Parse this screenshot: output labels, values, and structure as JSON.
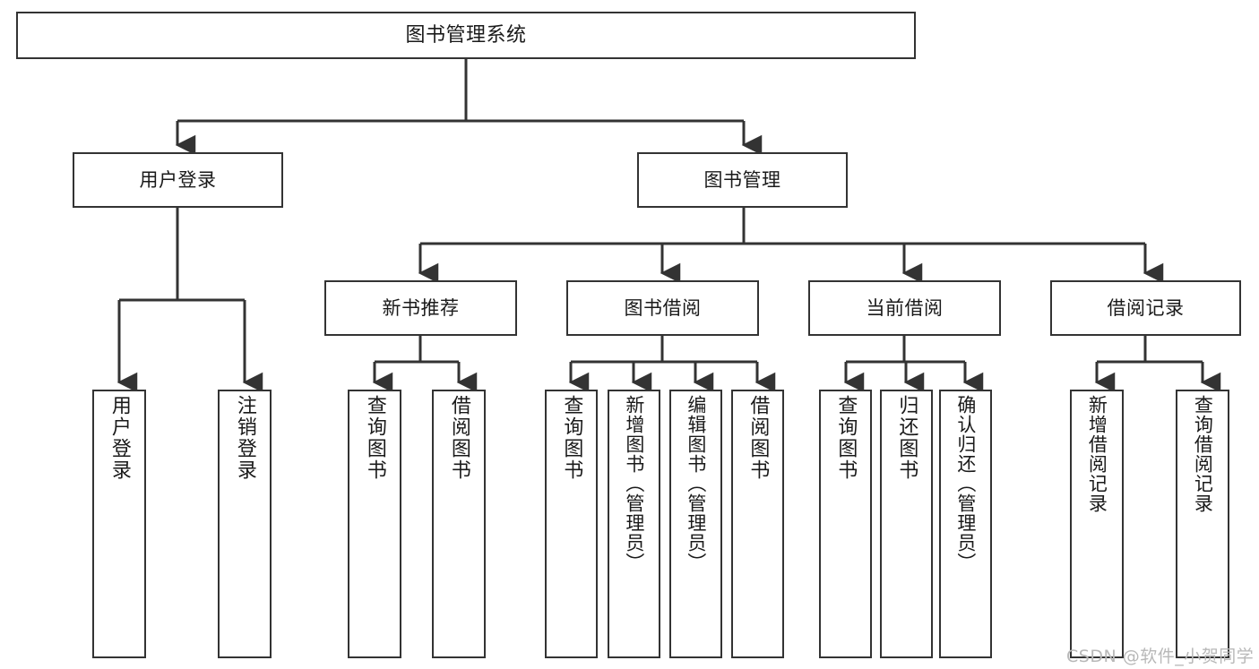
{
  "diagram": {
    "title": "图书管理系统",
    "type": "tree-hierarchy",
    "line_color": "#333333",
    "box_fill": "#ffffff",
    "text_color": "#1a1a1a"
  },
  "nodes": {
    "root": {
      "label": "图书管理系统"
    },
    "level2": [
      {
        "id": "user-login",
        "label": "用户登录"
      },
      {
        "id": "book-manage",
        "label": "图书管理"
      }
    ],
    "level3": [
      {
        "id": "new-book-rec",
        "label": "新书推荐"
      },
      {
        "id": "book-borrow",
        "label": "图书借阅"
      },
      {
        "id": "current-borrow",
        "label": "当前借阅"
      },
      {
        "id": "borrow-record",
        "label": "借阅记录"
      }
    ],
    "leaves": {
      "user_login": [
        {
          "id": "leaf-user-login",
          "label": "用户登录"
        },
        {
          "id": "leaf-logout-login",
          "label": "注销登录"
        }
      ],
      "new_book_rec": [
        {
          "id": "leaf-query-book-1",
          "label": "查询图书"
        },
        {
          "id": "leaf-borrow-book-1",
          "label": "借阅图书"
        }
      ],
      "book_borrow": [
        {
          "id": "leaf-query-book-2",
          "label": "查询图书"
        },
        {
          "id": "leaf-add-book",
          "label": "新增图书（管理员）"
        },
        {
          "id": "leaf-edit-book",
          "label": "编辑图书（管理员）"
        },
        {
          "id": "leaf-borrow-book-2",
          "label": "借阅图书"
        }
      ],
      "current_borrow": [
        {
          "id": "leaf-query-book-3",
          "label": "查询图书"
        },
        {
          "id": "leaf-return-book",
          "label": "归还图书"
        },
        {
          "id": "leaf-confirm-return",
          "label": "确认归还（管理员）"
        }
      ],
      "borrow_record": [
        {
          "id": "leaf-add-record",
          "label": "新增借阅记录"
        },
        {
          "id": "leaf-query-record",
          "label": "查询借阅记录"
        }
      ]
    }
  },
  "watermark": {
    "text": "CSDN @软件_小贺同学"
  }
}
